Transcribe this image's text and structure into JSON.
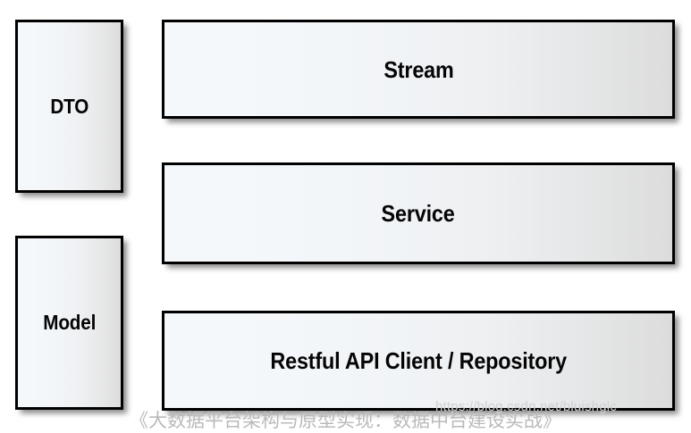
{
  "diagram": {
    "type": "layered-architecture",
    "background_color": "#ffffff",
    "node_border_color": "#000000",
    "node_fill_gradient_start": "#f4f8fb",
    "node_fill_gradient_end": "#dcdcdc",
    "label_color": "#050505",
    "side_column": {
      "nodes": [
        {
          "id": "dto",
          "label": "DTO"
        },
        {
          "id": "model",
          "label": "Model"
        }
      ]
    },
    "main_column": {
      "nodes": [
        {
          "id": "stream",
          "label": "Stream"
        },
        {
          "id": "service",
          "label": "Service"
        },
        {
          "id": "repo",
          "label": "Restful API Client / Repository"
        }
      ]
    }
  },
  "watermarks": {
    "title": "《大数据平台架构与原型实现：数据中台建设实战》",
    "title_color": "#b9babc",
    "url": "https://blog.csdn.net/bluishglc",
    "url_color": "#cfd1d3"
  }
}
